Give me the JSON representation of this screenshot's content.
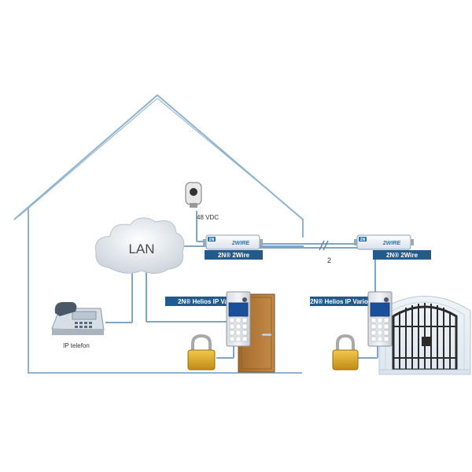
{
  "network": {
    "cloud_label": "LAN",
    "phone_label": "IP telefon",
    "power_label": "48 VDC",
    "wire_count_label": "2",
    "converter_left_label": "2N® 2Wire",
    "converter_right_label": "2N® 2Wire",
    "intercom_left_label": "2N® Helios IP Vario",
    "intercom_right_label": "2N® Helios IP Vario",
    "device_brand": "2N",
    "device_name": "2WIRE"
  },
  "colors": {
    "line": "#7fa6c6",
    "label_bar": "#235a8c",
    "door": "#b07a3c",
    "lock": "#d6a52a",
    "gate": "#2b2b2b"
  }
}
